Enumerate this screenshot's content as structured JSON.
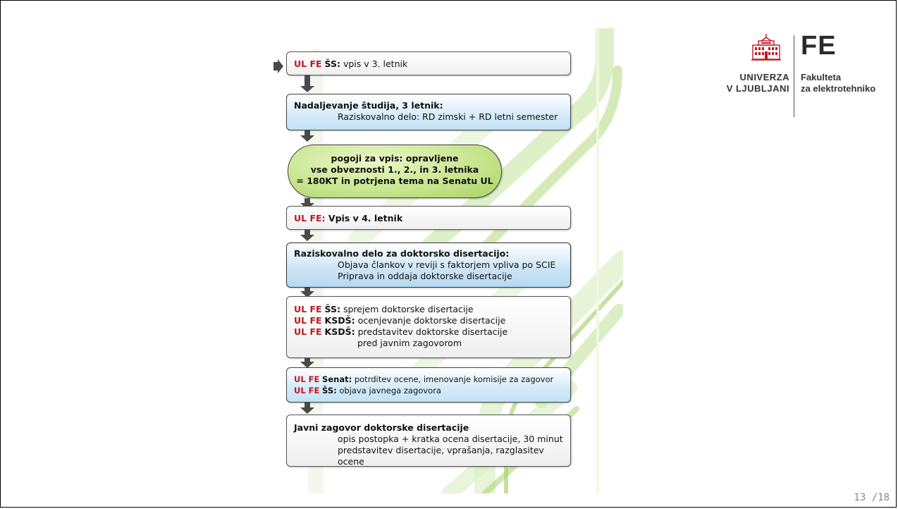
{
  "flow": {
    "step1": {
      "prefix": "UL FE",
      "bold": "ŠS:",
      "text": " vpis v 3. letnik"
    },
    "step2": {
      "title": "Nadaljevanje študija, 3 letnik:",
      "line": "Raziskovalno delo: RD zimski + RD letni semester"
    },
    "condition": {
      "lines": [
        "pogoji za vpis: opravljene",
        "vse obveznosti 1., 2., in 3. letnika",
        "= 180KT in potrjena tema na Senatu UL"
      ]
    },
    "step3": {
      "prefix": "UL FE:",
      "text": " Vpis v 4. letnik"
    },
    "step4": {
      "title": "Raziskovalno delo za doktorsko disertacijo:",
      "lines": [
        "Objava člankov v reviji s faktorjem vpliva po SCIE",
        "Priprava in oddaja doktorske disertacije"
      ]
    },
    "step5": {
      "rows": [
        {
          "prefix": "UL FE",
          "bold": "ŠS:",
          "text": " sprejem doktorske disertacije"
        },
        {
          "prefix": "UL FE",
          "bold": "KSDŠ:",
          "text": " ocenjevanje doktorske disertacije"
        },
        {
          "prefix": "UL FE",
          "bold": "KSDŠ:",
          "text": " predstavitev doktorske disertacije"
        }
      ],
      "continuation": "pred javnim zagovorom"
    },
    "step6": {
      "rows": [
        {
          "prefix": "UL FE",
          "bold": "Senat:",
          "text": " potrditev ocene, imenovanje komisije za zagovor"
        },
        {
          "prefix": "UL FE",
          "bold": "ŠS:",
          "text": " objava javnega zagovora"
        }
      ]
    },
    "step7": {
      "title": "Javni zagovor doktorske disertacije",
      "lines": [
        "opis postopka + kratka ocena disertacije, 30 minut",
        "predstavitev disertacije, vprašanja, razglasitev ocene"
      ]
    }
  },
  "logo": {
    "abbr": "FE",
    "university_line1": "UNIVERZA",
    "university_line2": "V LJUBLJANI",
    "faculty_line1": "Fakulteta",
    "faculty_line2": "za elektrotehniko"
  },
  "page_number": "13 /18",
  "colors": {
    "accent_red": "#c0171e",
    "box_blue": "#c2e1f5",
    "pill_green": "#a9d364",
    "stripe_green": "#8cc63f"
  }
}
